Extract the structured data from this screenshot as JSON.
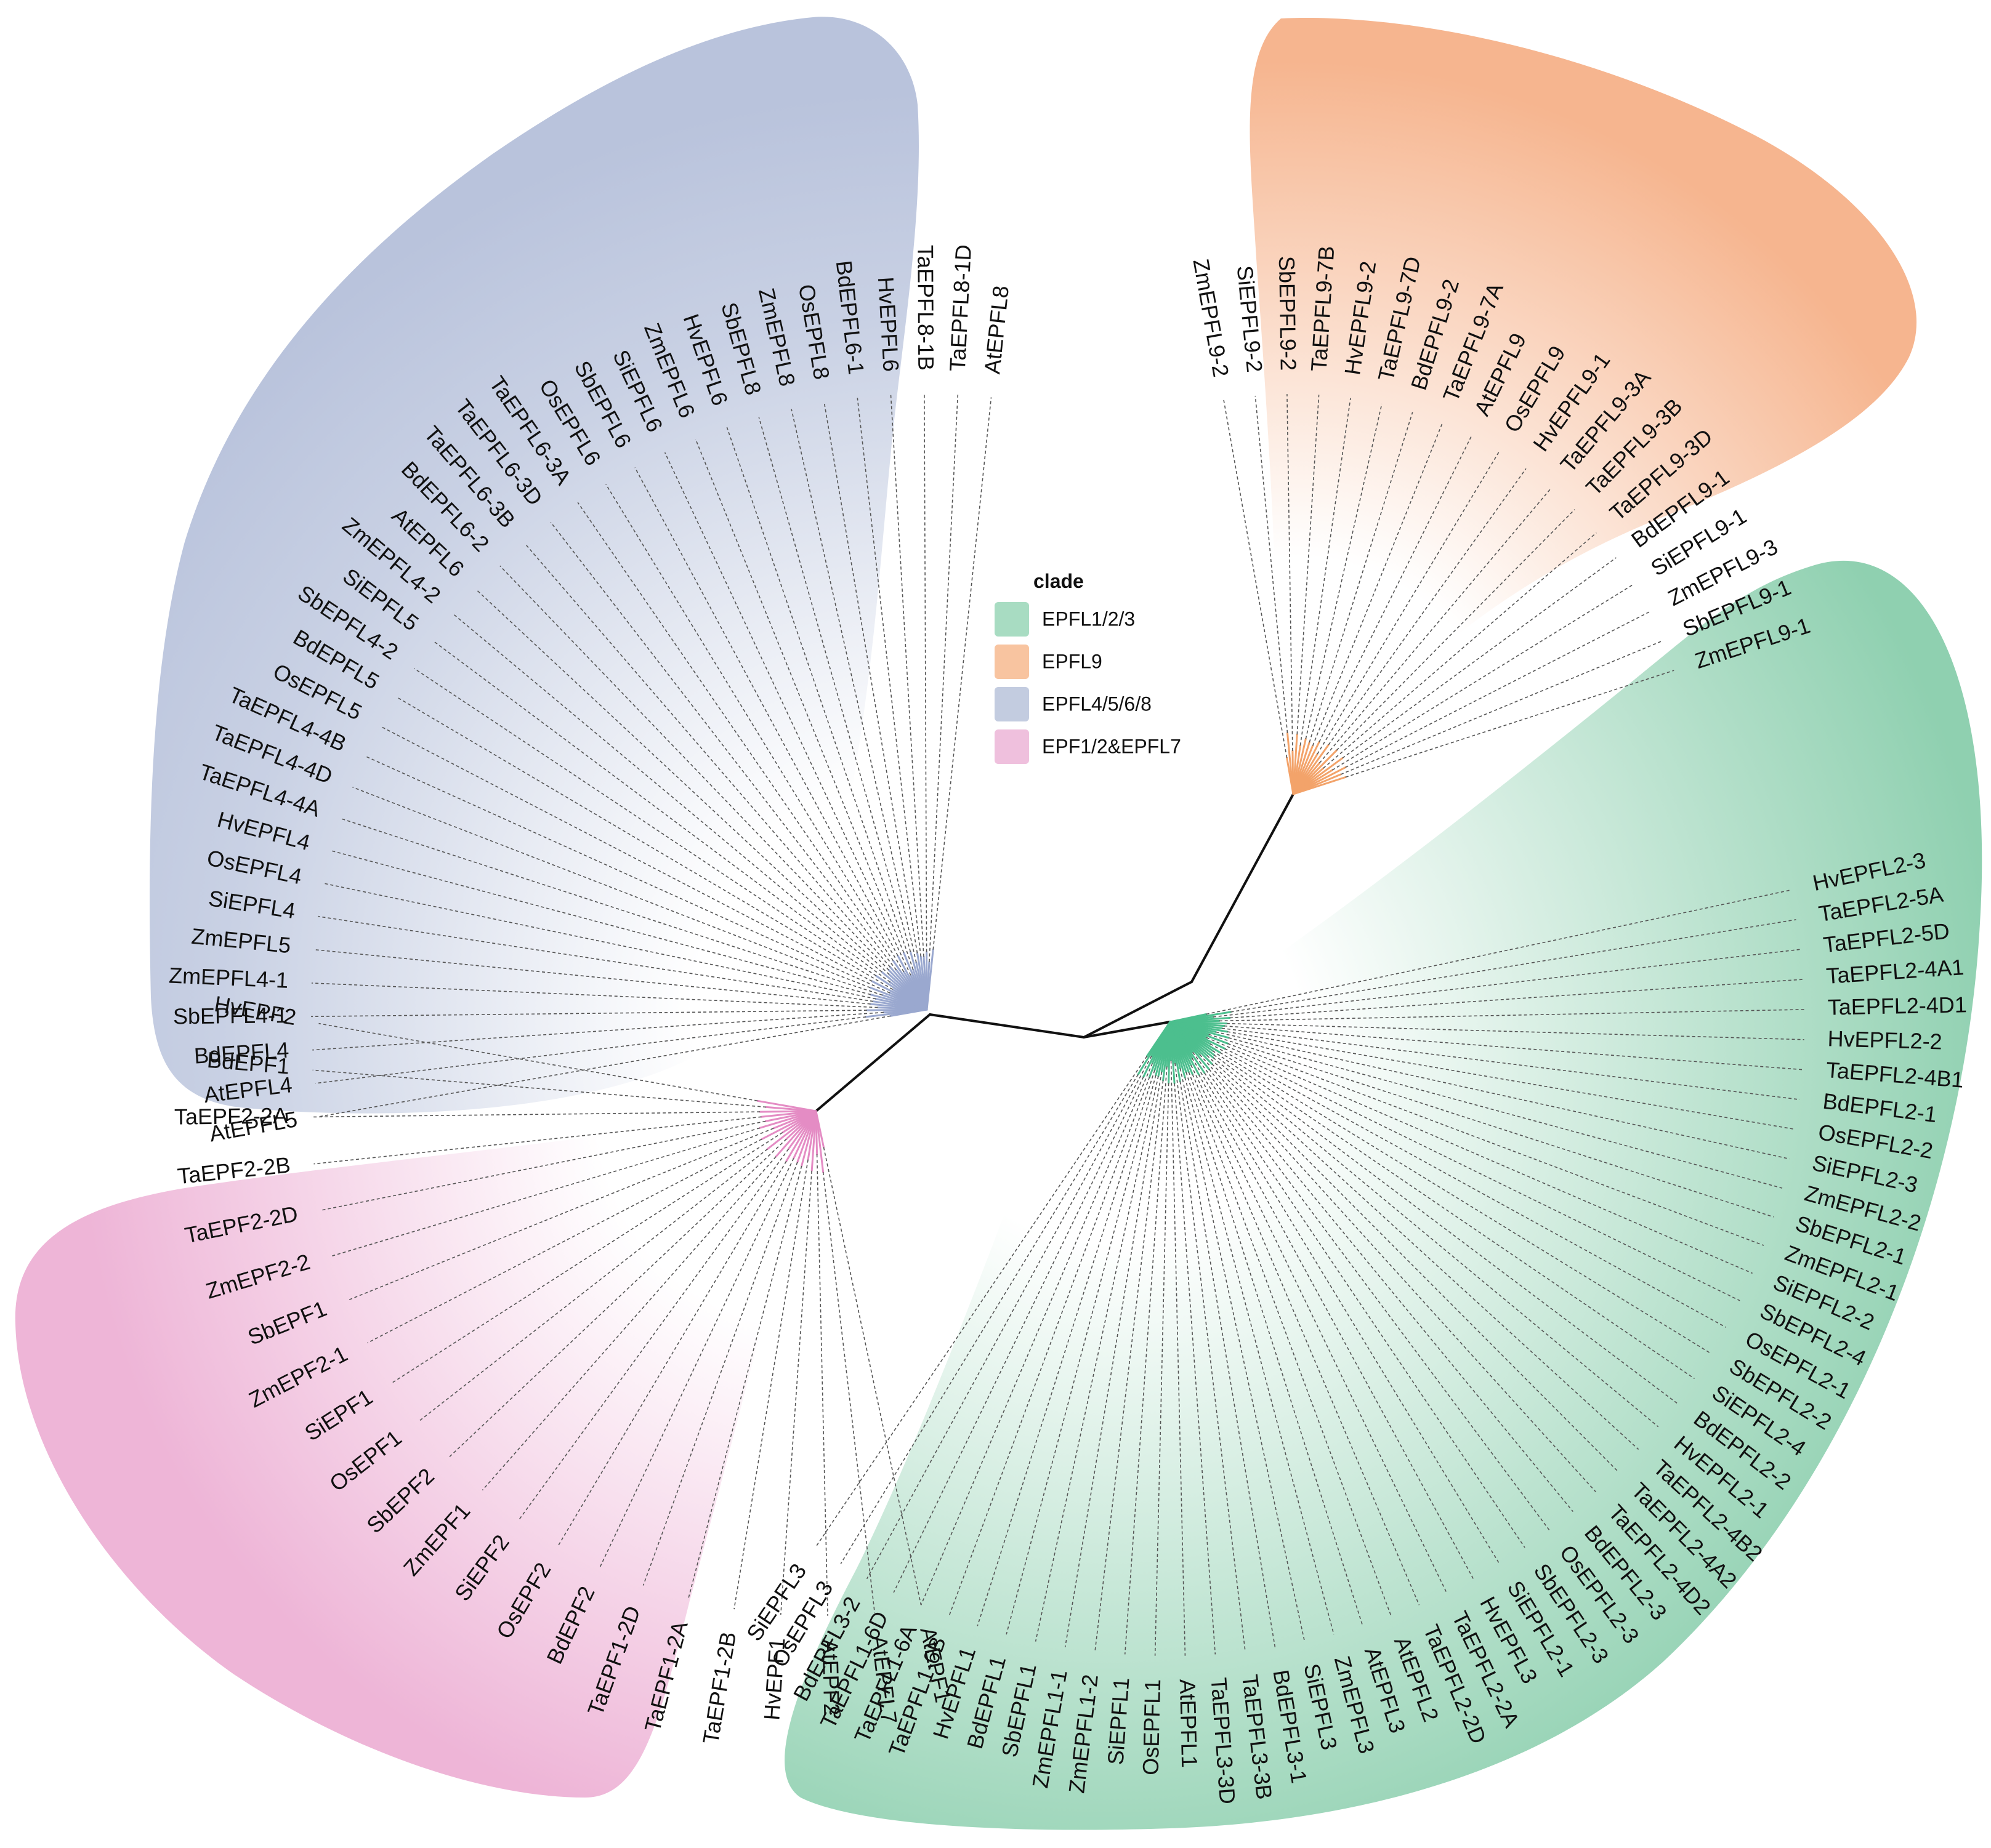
{
  "legend": {
    "title": "clade",
    "items": [
      {
        "label": "EPFL1/2/3",
        "color": "#a8dcc2"
      },
      {
        "label": "EPFL9",
        "color": "#f8c4a0"
      },
      {
        "label": "EPFL4/5/6/8",
        "color": "#c3cce0"
      },
      {
        "label": "EPF1/2&EPFL7",
        "color": "#efc0dd"
      }
    ]
  },
  "tree": {
    "layout": "unrooted",
    "clades": [
      {
        "name": "EPFL9",
        "color": "#f6b58f",
        "line_color": "#f3a36a",
        "leaves": [
          "ZmEPFL9-2",
          "SiEPFL9-2",
          "SbEPFL9-2",
          "TaEPFL9-7B",
          "HvEPFL9-2",
          "TaEPFL9-7D",
          "BdEPFL9-2",
          "TaEPFL9-7A",
          "AtEPFL9",
          "OsEPFL9",
          "HvEPFL9-1",
          "TaEPFL9-3A",
          "TaEPFL9-3B",
          "TaEPFL9-3D",
          "BdEPFL9-1",
          "SiEPFL9-1",
          "ZmEPFL9-3",
          "SbEPFL9-1",
          "ZmEPFL9-1"
        ]
      },
      {
        "name": "EPFL1/2/3",
        "color": "#8fd0b0",
        "line_color": "#4cbf8e",
        "leaves": [
          "HvEPFL2-3",
          "TaEPFL2-5A",
          "TaEPFL2-5D",
          "TaEPFL2-4A1",
          "TaEPFL2-4D1",
          "HvEPFL2-2",
          "TaEPFL2-4B1",
          "BdEPFL2-1",
          "OsEPFL2-2",
          "SiEPFL2-3",
          "ZmEPFL2-2",
          "SbEPFL2-1",
          "ZmEPFL2-1",
          "SiEPFL2-2",
          "SbEPFL2-4",
          "OsEPFL2-1",
          "SbEPFL2-2",
          "SiEPFL2-4",
          "BdEPFL2-2",
          "HvEPFL2-1",
          "TaEPFL2-4B2",
          "TaEPFL2-4A2",
          "TaEPFL2-4D2",
          "BdEPFL2-3",
          "OsEPFL2-3",
          "SbEPFL2-3",
          "SiEPFL2-1",
          "HvEPFL3",
          "TaEPFL2-2A",
          "TaEPFL2-2D",
          "AtEPFL2",
          "AtEPFL3",
          "ZmEPFL3",
          "SiEPFL3",
          "BdEPFL3-1",
          "TaEPFL3-3B",
          "TaEPFL3-3D",
          "AtEPFL1",
          "OsEPFL1",
          "SiEPFL1",
          "ZmEPFL1-2",
          "ZmEPFL1-1",
          "SbEPFL1",
          "BdEPFL1",
          "HvEPFL1",
          "TaEPFL1-6B",
          "TaEPFL1-6A",
          "TaEPFL1-6D",
          "BdEPFL3-2",
          "OsEPFL3",
          "SiEPFL3"
        ]
      },
      {
        "name": "EPF1/2&EPFL7",
        "color": "#eeb5d7",
        "line_color": "#e48cc4",
        "leaves": [
          "AtEPF1",
          "AtEPFL7",
          "AtEPF2",
          "HvEPF1",
          "TaEPF1-2B",
          "TaEPF1-2A",
          "TaEPF1-2D",
          "BdEPF2",
          "OsEPF2",
          "SiEPF2",
          "ZmEPF1",
          "SbEPF2",
          "OsEPF1",
          "SiEPF1",
          "ZmEPF2-1",
          "SbEPF1",
          "ZmEPF2-2",
          "TaEPF2-2D",
          "TaEPF2-2B",
          "TaEPF2-2A",
          "BdEPF1",
          "HvEPF2"
        ]
      },
      {
        "name": "EPFL4/5/6/8",
        "color": "#b9c3dc",
        "line_color": "#9aa8cf",
        "leaves": [
          "AtEPFL5",
          "AtEPFL4",
          "BdEPFL4",
          "SbEPFL4-1",
          "ZmEPFL4-1",
          "ZmEPFL5",
          "SiEPFL4",
          "OsEPFL4",
          "HvEPFL4",
          "TaEPFL4-4A",
          "TaEPFL4-4D",
          "TaEPFL4-4B",
          "OsEPFL5",
          "BdEPFL5",
          "SbEPFL4-2",
          "SiEPFL5",
          "ZmEPFL4-2",
          "AtEPFL6",
          "BdEPFL6-2",
          "TaEPFL6-3B",
          "TaEPFL6-3D",
          "TaEPFL6-3A",
          "OsEPFL6",
          "SbEPFL6",
          "SiEPFL6",
          "ZmEPFL6",
          "HvEPFL6",
          "SbEPFL8",
          "ZmEPFL8",
          "OsEPFL8",
          "BdEPFL6-1",
          "HvEPFL6",
          "TaEPFL8-1B",
          "TaEPFL8-1D",
          "AtEPFL8"
        ]
      }
    ]
  }
}
